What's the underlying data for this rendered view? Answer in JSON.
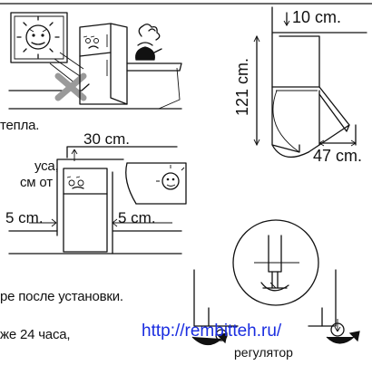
{
  "dimensions": {
    "top_gap": "10 cm.",
    "height": "121 cm.",
    "door_depth": "47 cm.",
    "top_clearance": "30 cm.",
    "left_gap": "5 cm.",
    "right_gap": "5 cm."
  },
  "text_fragments": {
    "heat": "тепла.",
    "line_a": "уса,",
    "line_b": "см от",
    "install": "ре после установки.",
    "hours": "же 24 часа,"
  },
  "watermark": "http://rembitteh.ru/",
  "caption": "регулятор"
}
